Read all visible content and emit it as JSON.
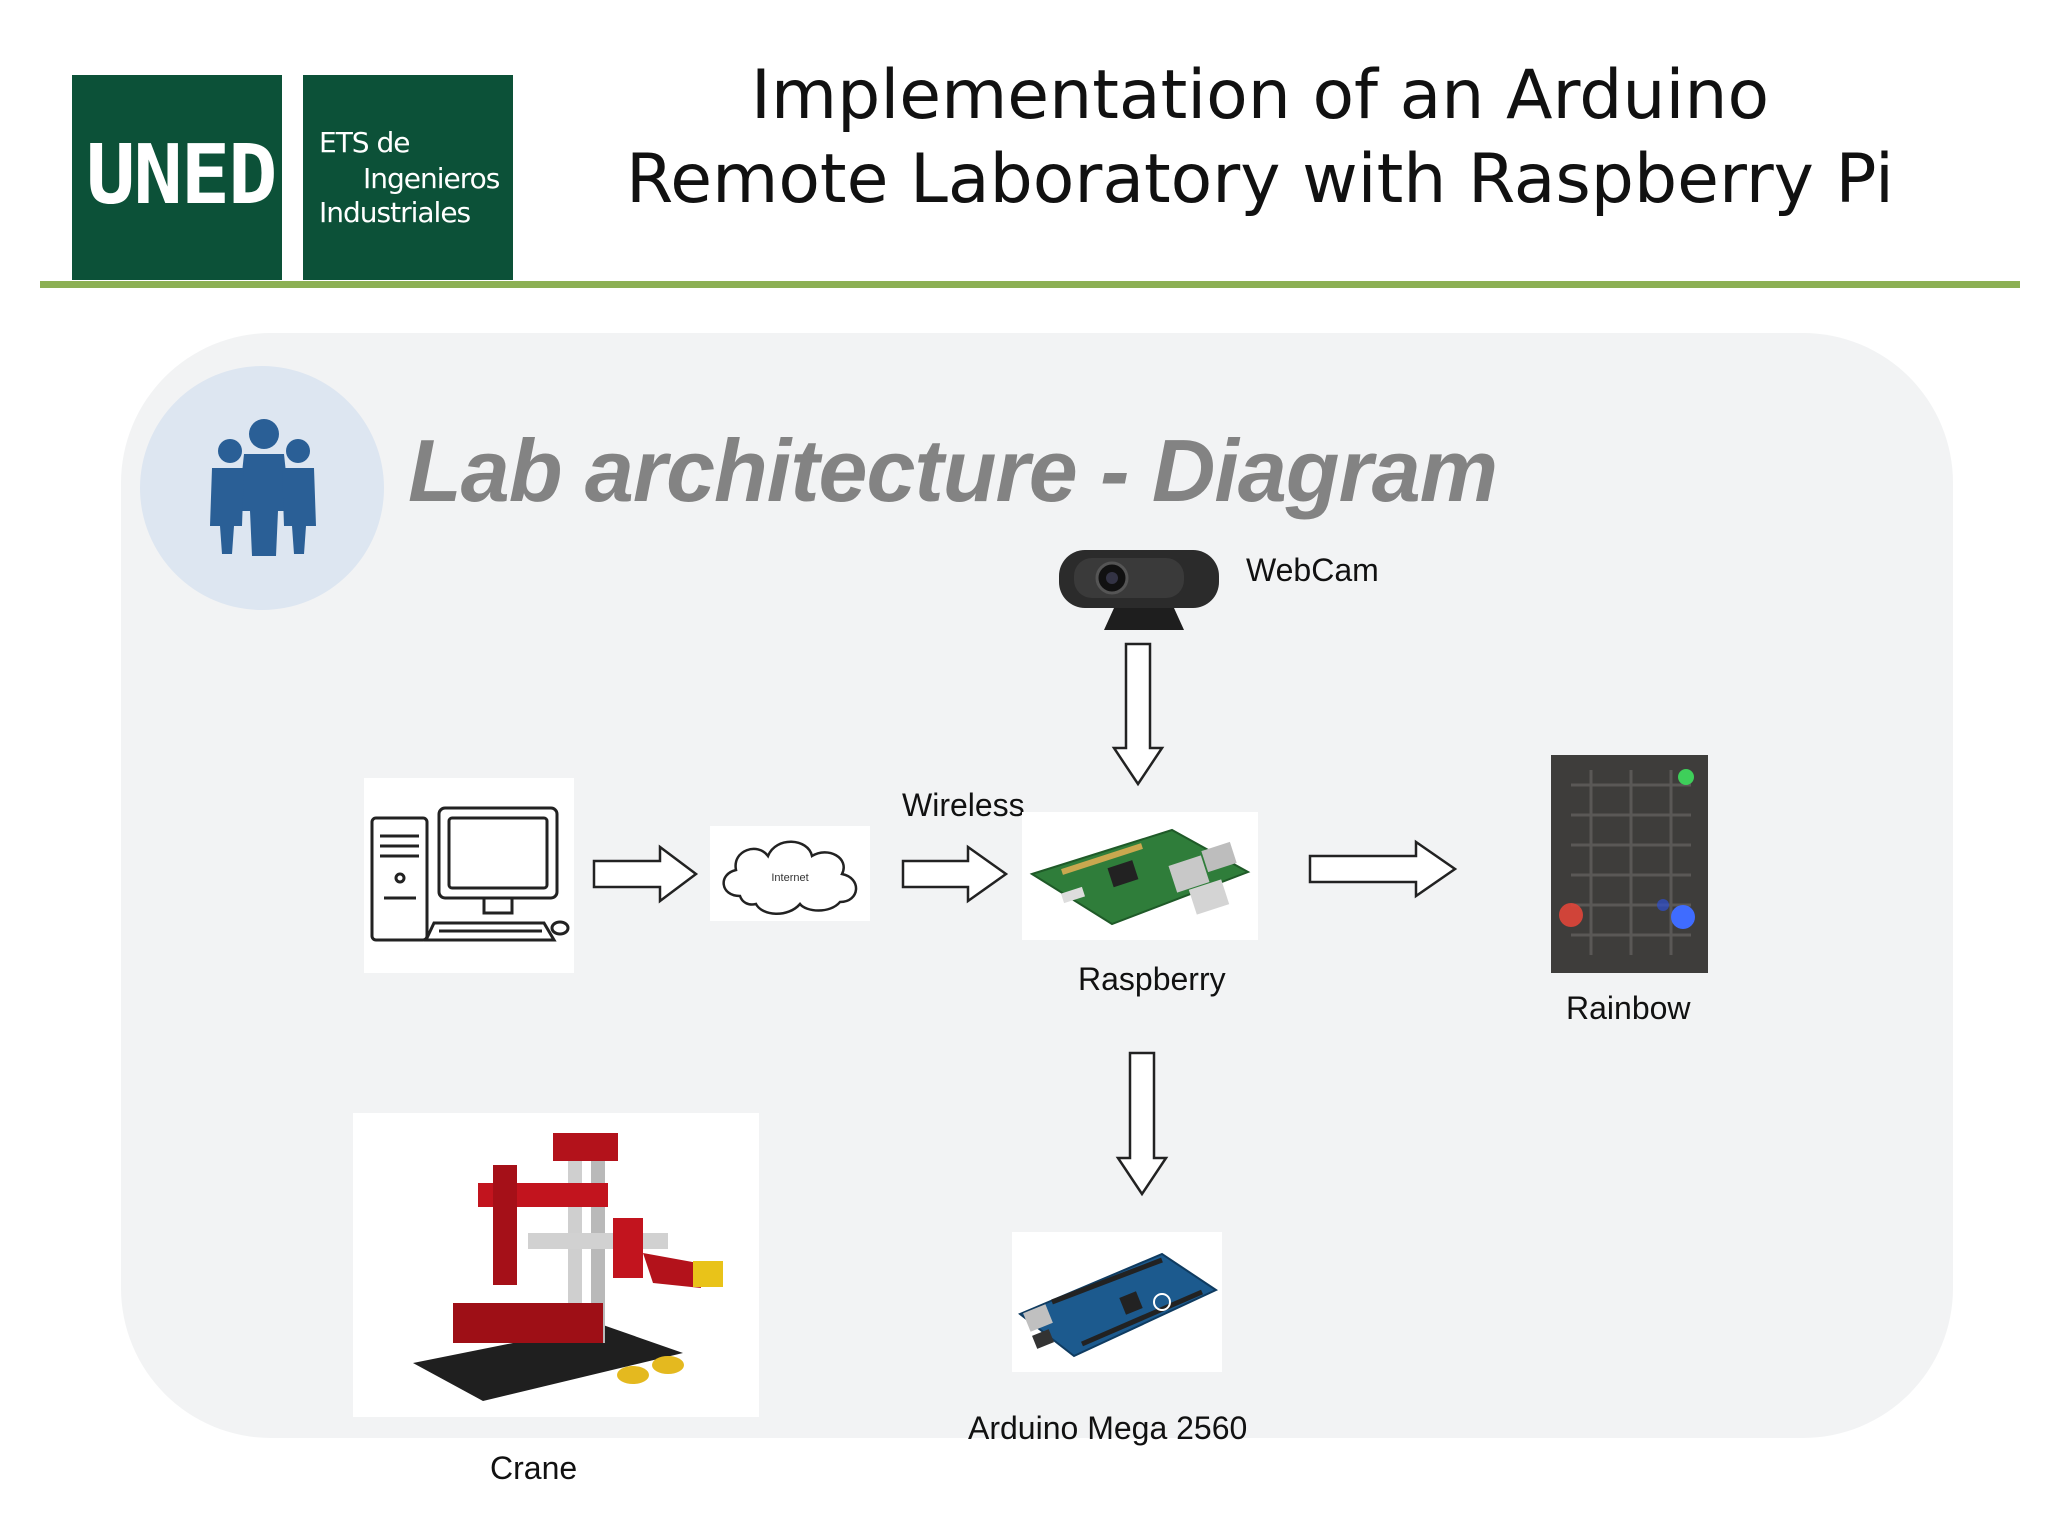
{
  "header": {
    "logo_uned": "UNED",
    "logo_ets_lines": [
      "ETS de",
      "Ingenieros",
      "Industriales"
    ],
    "title_lines": [
      "Implementation of an Arduino",
      "Remote Laboratory with Raspberry Pi"
    ]
  },
  "section": {
    "icon": "people-group-icon",
    "title": "Lab architecture - Diagram"
  },
  "diagram": {
    "nodes": {
      "computer": {
        "label": "",
        "icon": "desktop-computer-icon"
      },
      "internet": {
        "label": "Internet",
        "icon": "cloud-icon"
      },
      "webcam": {
        "label": "WebCam",
        "icon": "webcam-icon"
      },
      "raspberry": {
        "label": "Raspberry",
        "icon": "raspberry-pi-board-icon"
      },
      "rainbow": {
        "label": "Rainbow",
        "icon": "led-matrix-icon"
      },
      "arduino": {
        "label": "Arduino Mega 2560",
        "icon": "arduino-board-icon"
      },
      "crane": {
        "label": "Crane",
        "icon": "robotic-crane-icon"
      }
    },
    "edges": [
      {
        "from": "computer",
        "to": "internet",
        "label": ""
      },
      {
        "from": "internet",
        "to": "raspberry",
        "label": "Wireless"
      },
      {
        "from": "webcam",
        "to": "raspberry",
        "label": ""
      },
      {
        "from": "raspberry",
        "to": "rainbow",
        "label": ""
      },
      {
        "from": "raspberry",
        "to": "arduino",
        "label": ""
      }
    ]
  },
  "colors": {
    "brand_green": "#0c5138",
    "rule_green": "#8cb054",
    "title_gray": "#838383",
    "panel_bg": "#f2f3f4",
    "icon_blue": "#2a5f96"
  }
}
